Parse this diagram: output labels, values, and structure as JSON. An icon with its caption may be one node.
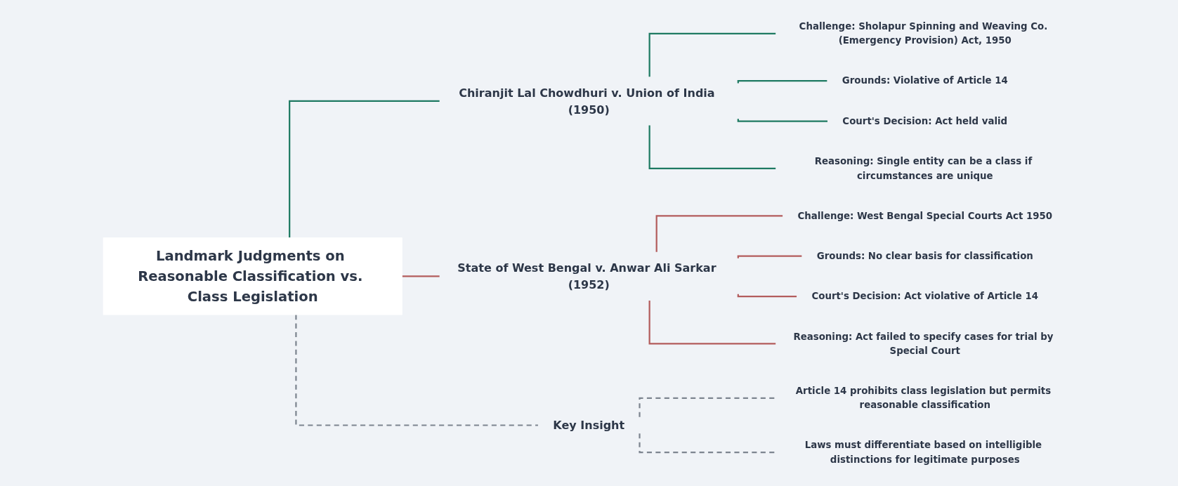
{
  "diagram": {
    "nodes": [
      {
        "text": [
          "Landmark Judgments on Reasonable Classification vs. Class Legislation"
        ]
      },
      {
        "text": [
          "Chiranjit Lal Chowdhuri v. Union of India (1950)"
        ]
      },
      {
        "text": [
          "**Challenge:** Sholapur Spinning and Weaving Co. (Emergency Provision) Act, 1950"
        ]
      },
      {
        "text": [
          "**Grounds:** Violative of Article 14"
        ]
      },
      {
        "text": [
          "**Court's Decision:** Act held valid"
        ]
      },
      {
        "text": [
          "**Reasoning:** Single entity can be a class if circumstances are unique"
        ]
      },
      {
        "text": [
          "State of West Bengal v. Anwar Ali Sarkar (1952)"
        ]
      },
      {
        "text": [
          "**Challenge:** West Bengal Special Courts Act 1950"
        ]
      },
      {
        "text": [
          "**Grounds:** No clear basis for classification"
        ]
      },
      {
        "text": [
          "**Court's Decision:** Act violative of Article 14"
        ]
      },
      {
        "text": [
          "**Reasoning:** Act failed to specify cases for trial by Special Court"
        ]
      },
      {
        "text": [
          "Key Insight"
        ]
      },
      {
        "text": [
          "Article 14 prohibits class legislation but permits reasonable classification"
        ]
      },
      {
        "text": [
          "Laws must differentiate based on intelligible distinctions for legitimate purposes"
        ]
      }
    ],
    "edges": [
      {
        "from": 0,
        "to": 1,
        "arrow": "none",
        "color": "#1e7a62"
      },
      {
        "from": 1,
        "to": 2,
        "arrow": "none",
        "color": "#1e7a62"
      },
      {
        "from": 1,
        "to": 3,
        "arrow": "none",
        "color": "#1e7a62"
      },
      {
        "from": 1,
        "to": 4,
        "arrow": "none",
        "color": "#1e7a62"
      },
      {
        "from": 1,
        "to": 5,
        "arrow": "none",
        "color": "#1e7a62"
      },
      {
        "from": 0,
        "to": 6,
        "arrow": "none",
        "color": "#b35c5c"
      },
      {
        "from": 6,
        "to": 7,
        "arrow": "none",
        "color": "#b35c5c"
      },
      {
        "from": 6,
        "to": 8,
        "arrow": "none",
        "color": "#b35c5c"
      },
      {
        "from": 6,
        "to": 9,
        "arrow": "none",
        "color": "#b35c5c"
      },
      {
        "from": 6,
        "to": 10,
        "arrow": "none",
        "color": "#b35c5c"
      },
      {
        "from": 0,
        "to": 11,
        "arrow": "none",
        "style": "dashed",
        "color": "#7d8590"
      },
      {
        "from": 11,
        "to": 12,
        "arrow": "none",
        "style": "dashed",
        "color": "#7d8590"
      },
      {
        "from": 11,
        "to": 13,
        "arrow": "none",
        "style": "dashed",
        "color": "#7d8590"
      }
    ]
  }
}
